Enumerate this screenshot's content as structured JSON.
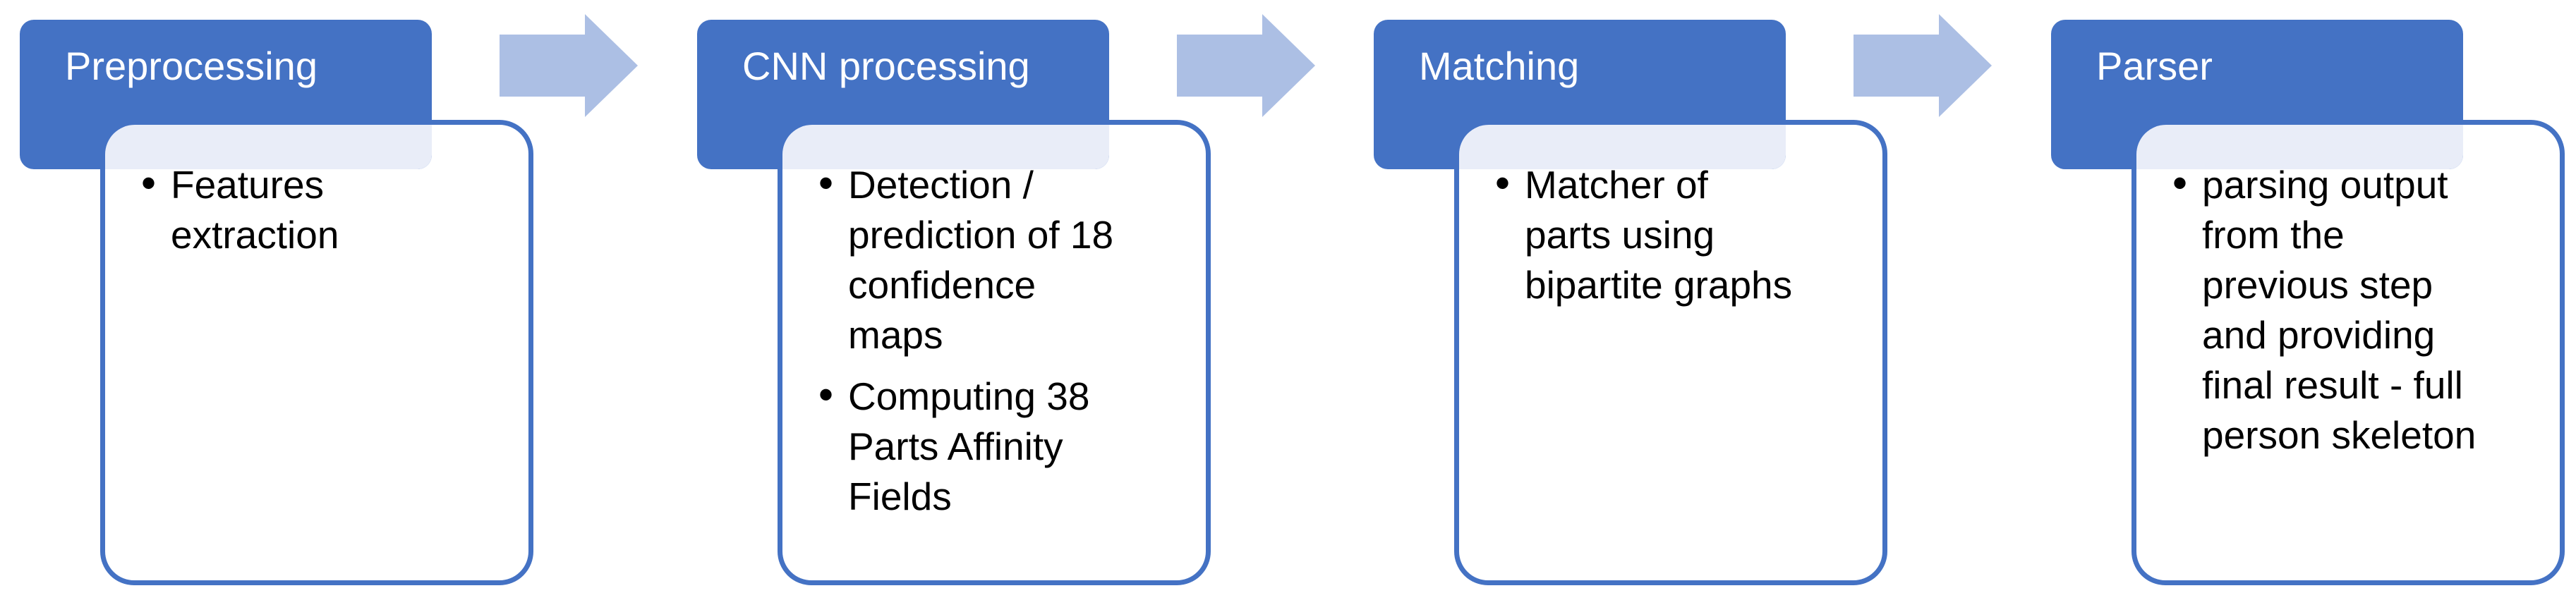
{
  "diagram": {
    "stages": [
      {
        "title": "Preprocessing",
        "bullets": [
          "Features\nextraction"
        ]
      },
      {
        "title": "CNN processing",
        "bullets": [
          "Detection /\nprediction of 18\nconfidence\nmaps",
          "Computing 38\nParts Affinity\nFields"
        ]
      },
      {
        "title": "Matching",
        "bullets": [
          "Matcher of\nparts using\nbipartite graphs"
        ]
      },
      {
        "title": "Parser",
        "bullets": [
          "parsing output\nfrom the\nprevious step\nand providing\nfinal result - full\nperson skeleton"
        ]
      }
    ],
    "bullet_glyph": "•",
    "icons": {
      "flow_arrow": "arrow-right-icon"
    },
    "colors": {
      "header_fill": "#4472C4",
      "header_text": "#FFFFFF",
      "box_border": "#4472C4",
      "band_fill": "#E9EDF8",
      "arrow_fill": "#ACBFE4",
      "body_text": "#000000",
      "background": "#FFFFFF"
    }
  }
}
